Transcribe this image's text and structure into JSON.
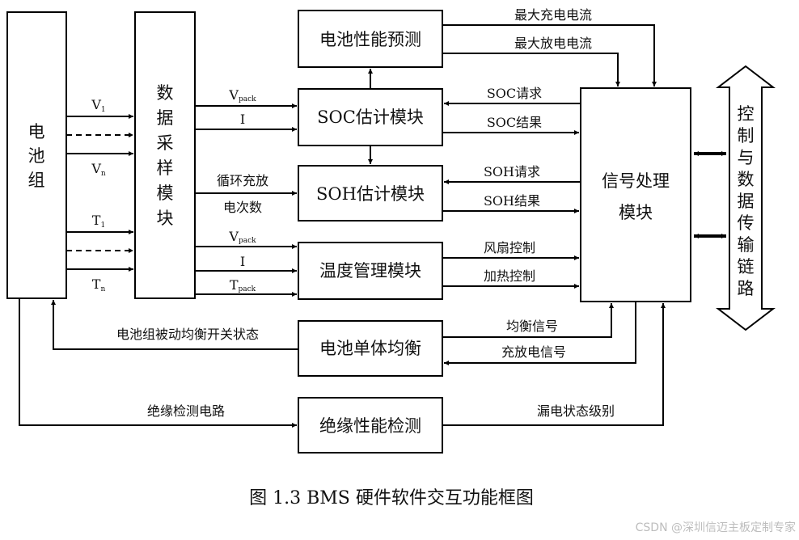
{
  "blocks": {
    "battery_pack": "电池组",
    "data_sampling": "数据采样模块",
    "performance_prediction": "电池性能预测",
    "soc_estimation": "SOC估计模块",
    "soh_estimation": "SOH估计模块",
    "thermal_management": "温度管理模块",
    "signal_processing_line1": "信号处理",
    "signal_processing_line2": "模块",
    "cell_balancing": "电池单体均衡",
    "insulation_detection": "绝缘性能检测",
    "control_data_link": "控制与数据传输链路"
  },
  "signals": {
    "v1": {
      "main": "V",
      "sub": "1"
    },
    "vn": {
      "main": "V",
      "sub": "n"
    },
    "t1": {
      "main": "T",
      "sub": "1"
    },
    "tn": {
      "main": "T",
      "sub": "n"
    },
    "soc_vpack": {
      "main": "V",
      "sub": "pack"
    },
    "soc_i": "I",
    "cycle_count_line1": "循环充放",
    "cycle_count_line2": "电次数",
    "temp_vpack": {
      "main": "V",
      "sub": "pack"
    },
    "temp_i": "I",
    "temp_tpack": {
      "main": "T",
      "sub": "pack"
    },
    "max_charge_current": "最大充电电流",
    "max_discharge_current": "最大放电电流",
    "soc_request": "SOC请求",
    "soc_result": "SOC结果",
    "soh_request": "SOH请求",
    "soh_result": "SOH结果",
    "fan_control": "风扇控制",
    "heating_control": "加热控制",
    "passive_balance_switch_state": "电池组被动均衡开关状态",
    "balance_signal": "均衡信号",
    "charge_discharge_signal": "充放电信号",
    "insulation_detection_circuit": "绝缘检测电路",
    "leakage_level": "漏电状态级别"
  },
  "caption": "图 1.3 BMS 硬件软件交互功能框图",
  "watermark": "CSDN @深圳信迈主板定制专家"
}
